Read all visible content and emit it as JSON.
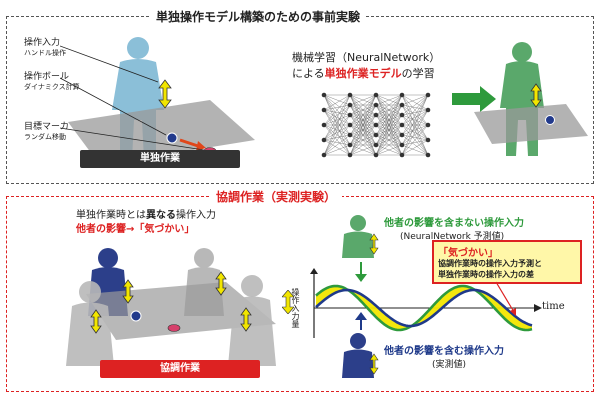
{
  "top": {
    "title": "単独操作モデル構築のための事前実験",
    "labels": {
      "input_main": "操作入力",
      "input_sub": "ハンドル操作",
      "ball_main": "操作ボール",
      "ball_sub": "ダイナミクス計算",
      "marker_main": "目標マーカ",
      "marker_sub": "ランダム移動"
    },
    "solo_bar": "単独作業",
    "ml_line1": "機械学習（NeuralNetwork）",
    "ml_line2_pre": "による",
    "ml_line2_highlight": "単独作業モデル",
    "ml_line2_post": "の学習"
  },
  "bottom": {
    "title": "協調作業（実測実験）",
    "desc_line1_pre": "単独作業時とは",
    "desc_line1_bold": "異なる",
    "desc_line1_post": "操作入力",
    "desc_line2": "他者の影響→「気づかい」",
    "coop_bar": "協調作業",
    "no_influence_line1": "他者の影響を含まない操作入力",
    "no_influence_line2": "(NeuralNetwork 予測値)",
    "callout_title": "「気づかい」",
    "callout_line1": "協調作業時の操作入力予測と",
    "callout_line2": "単独作業時の操作入力の差",
    "y_axis_label": "操作入力量",
    "x_axis_label": "time",
    "influence_line1": "他者の影響を含む操作入力",
    "influence_line2": "(実測値)"
  },
  "chart_data": {
    "type": "line",
    "xlabel": "time",
    "ylabel": "操作入力量",
    "series": [
      {
        "name": "他者の影響を含まない操作入力 (NeuralNetwork 予測値)",
        "color": "#2e9a3c"
      },
      {
        "name": "他者の影響を含む操作入力 (実測値)",
        "color": "#1f3a8a"
      }
    ],
    "fill_between_color": "#f2e600"
  },
  "colors": {
    "red": "#dd2222",
    "green": "#2e9a3c",
    "navy": "#1f3a8a",
    "yellow": "#f2e600",
    "person_blue": "#8bbfd8",
    "person_green": "#5aa86b",
    "person_gray": "#b8b8b8",
    "person_navy": "#2c3f8a"
  }
}
